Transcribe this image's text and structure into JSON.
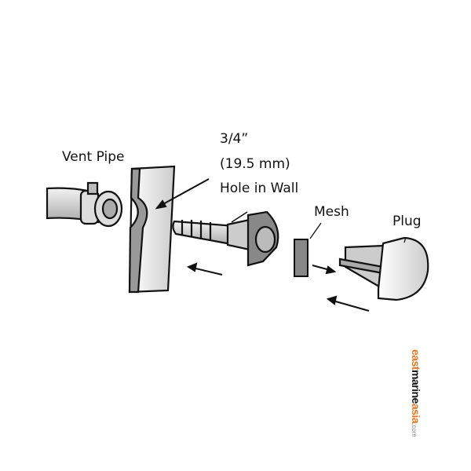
{
  "labels": {
    "vent_pipe": "Vent Pipe",
    "size_line1": "3/4”",
    "size_line2": "(19.5 mm)",
    "size_line3": "Hole in Wall",
    "mesh": "Mesh",
    "plug": "Plug"
  },
  "logo": {
    "part1": "east",
    "part2": "marine",
    "part3": "asia",
    "suffix": ".com"
  },
  "colors": {
    "logo_orange": "#e87722",
    "part_fill": "#c8c8c8",
    "line": "#111111"
  }
}
